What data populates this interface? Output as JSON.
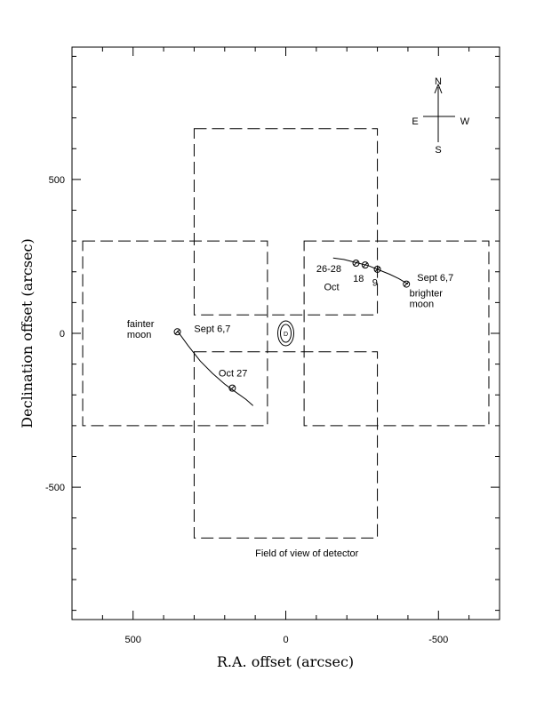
{
  "chart_data": {
    "type": "scatter",
    "xlabel": "R.A. offset (arcsec)",
    "ylabel": "Declination offset (arcsec)",
    "xlim": [
      700,
      -700
    ],
    "ylim": [
      -930,
      930
    ],
    "x_reversed": true,
    "x_ticks": [
      {
        "value": 500,
        "label": "500"
      },
      {
        "value": 0,
        "label": "0"
      },
      {
        "value": -500,
        "label": "-500"
      }
    ],
    "y_ticks": [
      {
        "value": 500,
        "label": "500"
      },
      {
        "value": 0,
        "label": "0"
      },
      {
        "value": -500,
        "label": "-500"
      }
    ],
    "detector_fields": [
      {
        "ra_left": 665,
        "ra_right": 60,
        "dec_top": 300,
        "dec_bottom": -300
      },
      {
        "ra_left": -60,
        "ra_right": -665,
        "dec_top": 300,
        "dec_bottom": -300
      },
      {
        "ra_left": 300,
        "ra_right": -300,
        "dec_top": 665,
        "dec_bottom": 60
      },
      {
        "ra_left": 300,
        "ra_right": -300,
        "dec_top": -60,
        "dec_bottom": -665
      }
    ],
    "series": [
      {
        "name": "brighter moon",
        "track": [
          [
            -155,
            245
          ],
          [
            -190,
            240
          ],
          [
            -230,
            230
          ],
          [
            -270,
            220
          ],
          [
            -300,
            208
          ],
          [
            -340,
            192
          ],
          [
            -370,
            178
          ],
          [
            -400,
            160
          ]
        ],
        "markers": [
          {
            "ra": -230,
            "dec": 228,
            "label": "26-28"
          },
          {
            "ra": -260,
            "dec": 222,
            "label": ""
          },
          {
            "ra": -300,
            "dec": 208,
            "label": ""
          },
          {
            "ra": -395,
            "dec": 160,
            "label": "Sept 6,7"
          }
        ]
      },
      {
        "name": "fainter moon",
        "track": [
          [
            355,
            8
          ],
          [
            320,
            -40
          ],
          [
            280,
            -90
          ],
          [
            240,
            -130
          ],
          [
            200,
            -165
          ],
          [
            165,
            -190
          ],
          [
            130,
            -215
          ],
          [
            107,
            -235
          ]
        ],
        "markers": [
          {
            "ra": 355,
            "dec": 5,
            "label": "Sept 6,7"
          },
          {
            "ra": 175,
            "dec": -178,
            "label": "Oct 27"
          }
        ]
      }
    ],
    "primary_body": {
      "ra": 0,
      "dec": 0,
      "label": "D"
    },
    "annotations": [
      {
        "text": "26-28",
        "ra": -100,
        "dec": 200
      },
      {
        "text": "Oct",
        "ra": -125,
        "dec": 140
      },
      {
        "text": "18",
        "ra": -220,
        "dec": 168
      },
      {
        "text": "9",
        "ra": -283,
        "dec": 155
      },
      {
        "text": "Sept 6,7",
        "ra": -430,
        "dec": 170
      },
      {
        "text": "brighter",
        "ra": -405,
        "dec": 120
      },
      {
        "text": "moon",
        "ra": -405,
        "dec": 85
      },
      {
        "text": "fainter",
        "ra": 520,
        "dec": 20
      },
      {
        "text": "moon",
        "ra": 520,
        "dec": -15
      },
      {
        "text": "Sept 6,7",
        "ra": 300,
        "dec": 5
      },
      {
        "text": "Oct 27",
        "ra": 220,
        "dec": -140
      },
      {
        "text": "Field of view of detector",
        "ra": 100,
        "dec": -725
      }
    ],
    "compass": {
      "north": "N",
      "south": "S",
      "east": "E",
      "west": "W"
    },
    "grid": false,
    "legend": "none"
  },
  "colors": {
    "foreground": "#000000",
    "background": "#ffffff"
  }
}
